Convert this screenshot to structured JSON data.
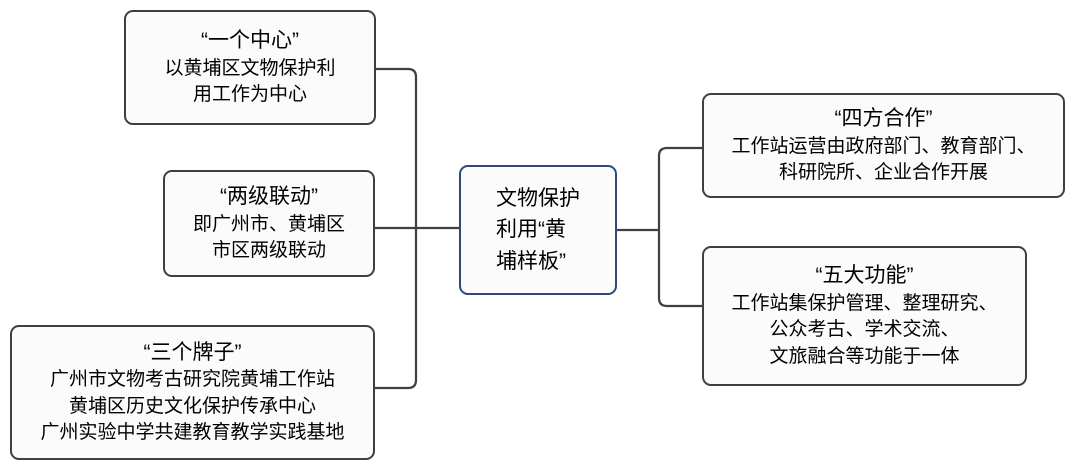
{
  "nodes": {
    "hub": {
      "lines": [
        "文物保护",
        "利用“黄",
        "埔样板”"
      ]
    },
    "one_center": {
      "title": "“一个中心”",
      "lines": [
        "以黄埔区文物保护利",
        "用工作为中心"
      ]
    },
    "two_level": {
      "title": "“两级联动”",
      "lines": [
        "即广州市、黄埔区",
        "市区两级联动"
      ]
    },
    "three_plates": {
      "title": "“三个牌子”",
      "lines": [
        "广州市文物考古研究院黄埔工作站",
        "黄埔区历史文化保护传承中心",
        "广州实验中学共建教育教学实践基地"
      ]
    },
    "four_party": {
      "title": "“四方合作”",
      "lines": [
        "工作站运营由政府部门、教育部门、",
        "科研院所、企业合作开展"
      ]
    },
    "five_functions": {
      "title": "“五大功能”",
      "lines": [
        "工作站集保护管理、整理研究、",
        "公众考古、学术交流、",
        "文旅融合等功能于一体"
      ]
    }
  },
  "colors": {
    "node_border": "#3F3F3F",
    "hub_border": "#2B4B7E",
    "connector": "#404040",
    "node_fill": "#FBFBFB",
    "text": "#000000"
  }
}
